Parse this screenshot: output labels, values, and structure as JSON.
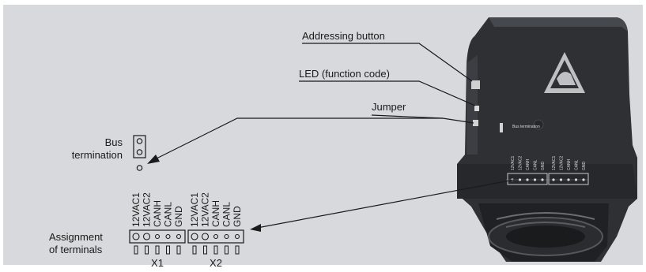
{
  "callouts": {
    "addressing_button": "Addressing button",
    "led": "LED (function code)",
    "jumper": "Jumper"
  },
  "bus_termination": {
    "line1": "Bus",
    "line2": "termination"
  },
  "assignment": {
    "line1": "Assignment",
    "line2": "of terminals"
  },
  "terminal_blocks": [
    {
      "label": "X1",
      "pins": [
        "12VAC1",
        "12VAC2",
        "CANH",
        "CANL",
        "GND"
      ]
    },
    {
      "label": "X2",
      "pins": [
        "12VAC1",
        "12VAC2",
        "CANH",
        "CANL",
        "GND"
      ]
    }
  ],
  "device": {
    "bus_termination_print": "Bus termination",
    "pin_prints": [
      "12VAC1",
      "12VAC2",
      "CANH",
      "CANL",
      "GND"
    ]
  },
  "colors": {
    "background": "#d8d9dc",
    "device_body": "#2e3033",
    "device_edge": "#45484c",
    "warning_triangle": "#bfc0c2"
  }
}
